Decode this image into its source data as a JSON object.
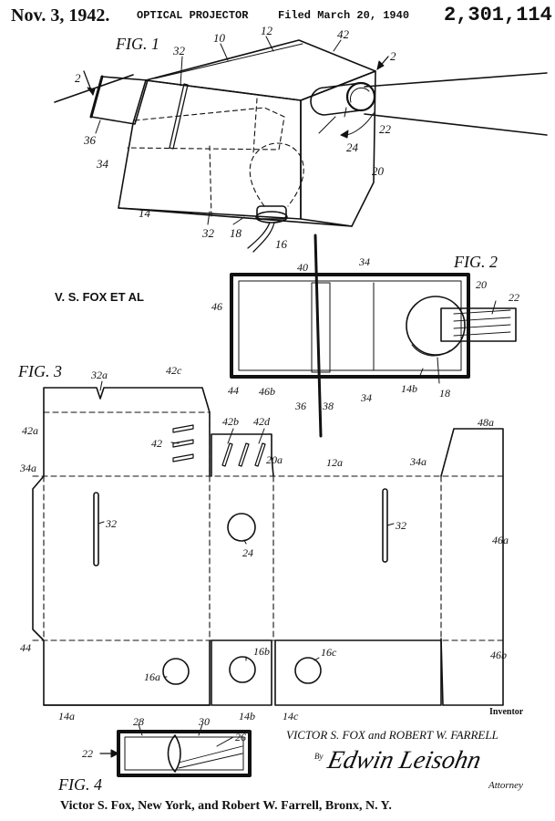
{
  "header": {
    "date": "Nov. 3, 1942.",
    "title": "OPTICAL PROJECTOR",
    "filed": "Filed March 20, 1940",
    "patent_number": "2,301,114"
  },
  "applicant": "V. S. FOX ET AL",
  "footer": "Victor S. Fox, New York, and Robert W. Farrell, Bronx, N. Y.",
  "inventor_label": "Inventor",
  "inventors_handwritten": "VICTOR S. FOX and ROBERT W. FARRELL",
  "by_label": "By",
  "signature": "Edwin Leisohn",
  "attorney_label": "Attorney",
  "figures": {
    "fig1": "FIG. 1",
    "fig2": "FIG. 2",
    "fig3": "FIG. 3",
    "fig4": "FIG. 4"
  },
  "fig1_labels": {
    "l2a": "2",
    "l2b": "2",
    "l10": "10",
    "l12": "12",
    "l42": "42",
    "l32": "32",
    "l36": "36",
    "l34": "34",
    "l22": "22",
    "l24": "24",
    "l20": "20",
    "l14": "14",
    "l32b": "32",
    "l18": "18",
    "l16": "16"
  },
  "fig2_labels": {
    "l40": "40",
    "l34t": "34",
    "l20": "20",
    "l22": "22",
    "l46": "46",
    "l44": "44",
    "l46b": "46b",
    "l36": "36",
    "l38": "38",
    "l34b": "34",
    "l14b": "14b",
    "l18": "18"
  },
  "fig3_labels": {
    "l32a": "32a",
    "l42c": "42c",
    "l42a": "42a",
    "l42": "42",
    "l42b": "42b",
    "l42d": "42d",
    "l48a": "48a",
    "l34a": "34a",
    "l20a": "20a",
    "l12a": "12a",
    "l34a2": "34a",
    "l32l": "32",
    "l32r": "32",
    "l24": "24",
    "l46a": "46a",
    "l44": "44",
    "l16b": "16b",
    "l16c": "16c",
    "l16a": "16a",
    "l46b": "46b",
    "l14a": "14a",
    "l14b": "14b",
    "l14c": "14c"
  },
  "fig4_labels": {
    "l28": "28",
    "l30": "30",
    "l26": "26",
    "l22": "22"
  }
}
